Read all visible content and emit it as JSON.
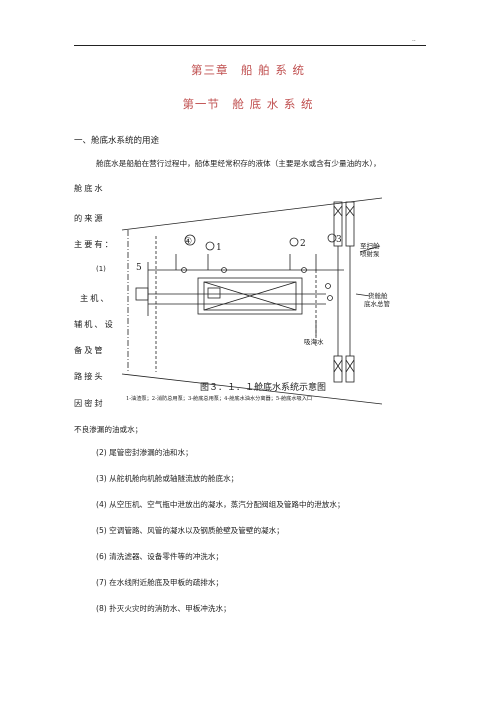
{
  "header": {
    "dots": ".."
  },
  "chapter_title": "第三章　船 舶 系 统",
  "section_title": "第一节　舱 底 水 系 统",
  "heading": "一、舱底水系统的用途",
  "intro": "舱底水是船舶在营行过程中，船体里经常积存的液体（主要是水或含有少量油的水），",
  "wrap_lines": [
    "舱底水",
    "的来源",
    "主要有：",
    "(1)",
    "主机、",
    "辅机、设",
    "备及管",
    "路接头",
    "因密封"
  ],
  "continuation": "不良渗漏的油或水；",
  "list_items": [
    "(2)  尾管密封渗漏的油和水；",
    "(3)  从舵机舱向机舱或轴隧流放的舱底水；",
    "(4)  从空压机、空气瓶中泄放出的凝水，蒸汽分配阀组及管路中的泄放水；",
    "(5)  空调管路、风管的凝水以及钢质舱壁及管壁的凝水；",
    "(6)  清洗滤器、设备零件等的冲洗水；",
    "(7)  在水线附近舱底及甲板的疏排水；",
    "(8)  扑灭火灾时的消防水、甲板冲洗水；"
  ],
  "figure": {
    "markers": [
      "④",
      "1",
      "2",
      "3",
      "5"
    ],
    "label_ejector": [
      "至扫舱",
      "喷射泵"
    ],
    "label_cargo": [
      "货舱舱",
      "底水总管"
    ],
    "label_sea": "吸海水",
    "caption": "图３．１．１舱底水系统示意图",
    "legend": "1-油渣泵；2-消防总用泵；3-舱底总用泵；4-舱底水油水分离器；5-舱底水吸入口"
  }
}
